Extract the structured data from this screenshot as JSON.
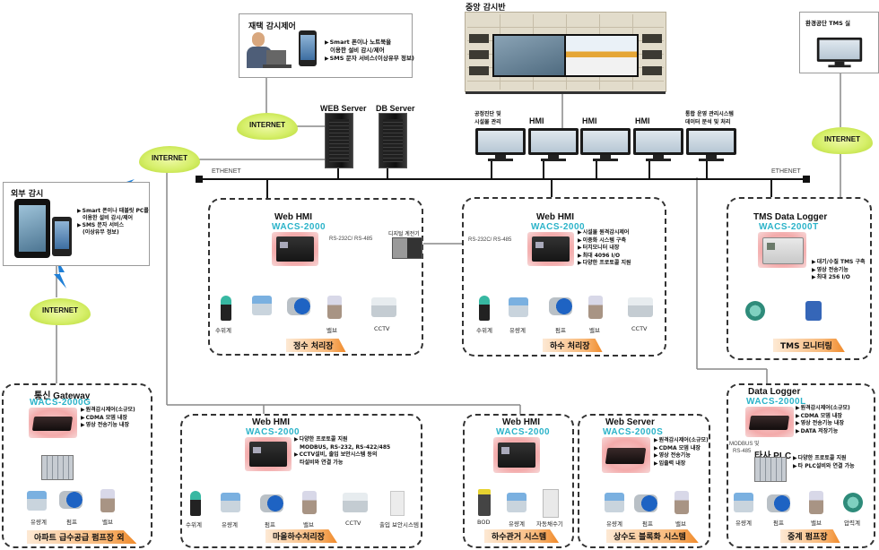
{
  "home_monitor": {
    "title": "재택 감시제어",
    "features": [
      "Smart 폰이나 노트북을",
      "이용한 설비 감시/제어",
      "SMS 문자 서비스(이상유무 정보)"
    ]
  },
  "control_room": {
    "title": "중앙 감시반",
    "terminals": [
      {
        "label_line1": "공정진단 및",
        "label_line2": "시설물 관리"
      },
      {
        "label_line1": "HMI",
        "label_line2": ""
      },
      {
        "label_line1": "HMI",
        "label_line2": ""
      },
      {
        "label_line1": "HMI",
        "label_line2": ""
      },
      {
        "label_line1": "통합 운영 관리시스템",
        "label_line2": "데이터 분석 및 처리"
      }
    ]
  },
  "tms_room": {
    "title": "환경공단 TMS 실"
  },
  "internet_label": "INTERNET",
  "servers": {
    "web": "WEB Server",
    "db": "DB Server"
  },
  "ethernet_label": "ETHENET",
  "external_monitor": {
    "title": "외부 감시",
    "features": [
      "Smart 폰이나 태블릿 PC를",
      "이용한 설비 감시/제어",
      "SMS 문자 서비스",
      "(이상유무 정보)"
    ]
  },
  "water_plant": {
    "device_title": "Web HMI",
    "model": "WACS-2000",
    "link_label": "RS-232C/ RS-485",
    "meter_label": "디지털 계전기",
    "devices": [
      "수위계",
      "",
      "",
      "밸브",
      "CCTV"
    ],
    "tag": "정수 처리장"
  },
  "sewage_plant": {
    "device_title": "Web HMI",
    "model": "WACS-2000",
    "link_label": "RS-232C/ RS-485",
    "features": [
      "시설물 원격감시제어",
      "이중화 시스템 구축",
      "터치모니터 내장",
      "최대 4096 I/O",
      "다양한 프로토콜 지원"
    ],
    "devices": [
      "수위계",
      "유량계",
      "펌프",
      "밸브",
      "CCTV"
    ],
    "tag": "하수 처리장"
  },
  "tms_monitoring": {
    "device_title": "TMS Data Logger",
    "model": "WACS-2000T",
    "features": [
      "대기/수질 TMS 구축",
      "영상 전송기능",
      "최대 256 I/O"
    ],
    "tag": "TMS 모니터링"
  },
  "gateway": {
    "device_title": "통신 Gateway",
    "model": "WACS-2000G",
    "features": [
      "원격감시제어(소규모)",
      "CDMA 모뎀 내장",
      "영상 전송기능 내장"
    ],
    "devices": [
      "유량계",
      "펌프",
      "밸브"
    ],
    "tag": "아파트 급수공급 펌프장 외"
  },
  "village_sewage": {
    "device_title": "Web HMI",
    "model": "WACS-2000",
    "features": [
      "다양한 프로토콜 지원",
      "MODBUS, RS-232, RS-422/485",
      "CCTV설비, 출입 보안시스템 등의",
      "타설비와 연결 가능"
    ],
    "devices": [
      "수위계",
      "유량계",
      "펌프",
      "밸브",
      "CCTV",
      "출입 보안시스템"
    ],
    "tag": "마을하수처리장"
  },
  "sewer_pipe": {
    "device_title": "Web HMI",
    "model": "WACS-2000",
    "devices": [
      "BOD",
      "유량계",
      "자동채수기"
    ],
    "tag": "하수관거 시스템"
  },
  "water_block": {
    "device_title": "Web Server",
    "model": "WACS-2000S",
    "features": [
      "원격감시제어(소규모)",
      "CDMA 모뎀 내장",
      "영상 전송기능",
      "입출력 내장"
    ],
    "devices": [
      "유량계",
      "펌프",
      "밸브"
    ],
    "tag": "상수도 블록화 시스템"
  },
  "relay_pump": {
    "device_title": "Data Logger",
    "model": "WACS-2000L",
    "features": [
      "원격감시제어(소규모)",
      "CDMA 모뎀 내장",
      "영상 전송기능 내장",
      "DATA 저장기능"
    ],
    "link_label_line1": "MODBUS 및",
    "link_label_line2": "RS-485",
    "plc_label": "타사 PLC",
    "plc_features": [
      "다양한 프로토콜 지원",
      "타 PLC설비와 연결 가능"
    ],
    "devices": [
      "유량계",
      "펌프",
      "밸브",
      "압력계"
    ],
    "tag": "중계 펌프장"
  }
}
